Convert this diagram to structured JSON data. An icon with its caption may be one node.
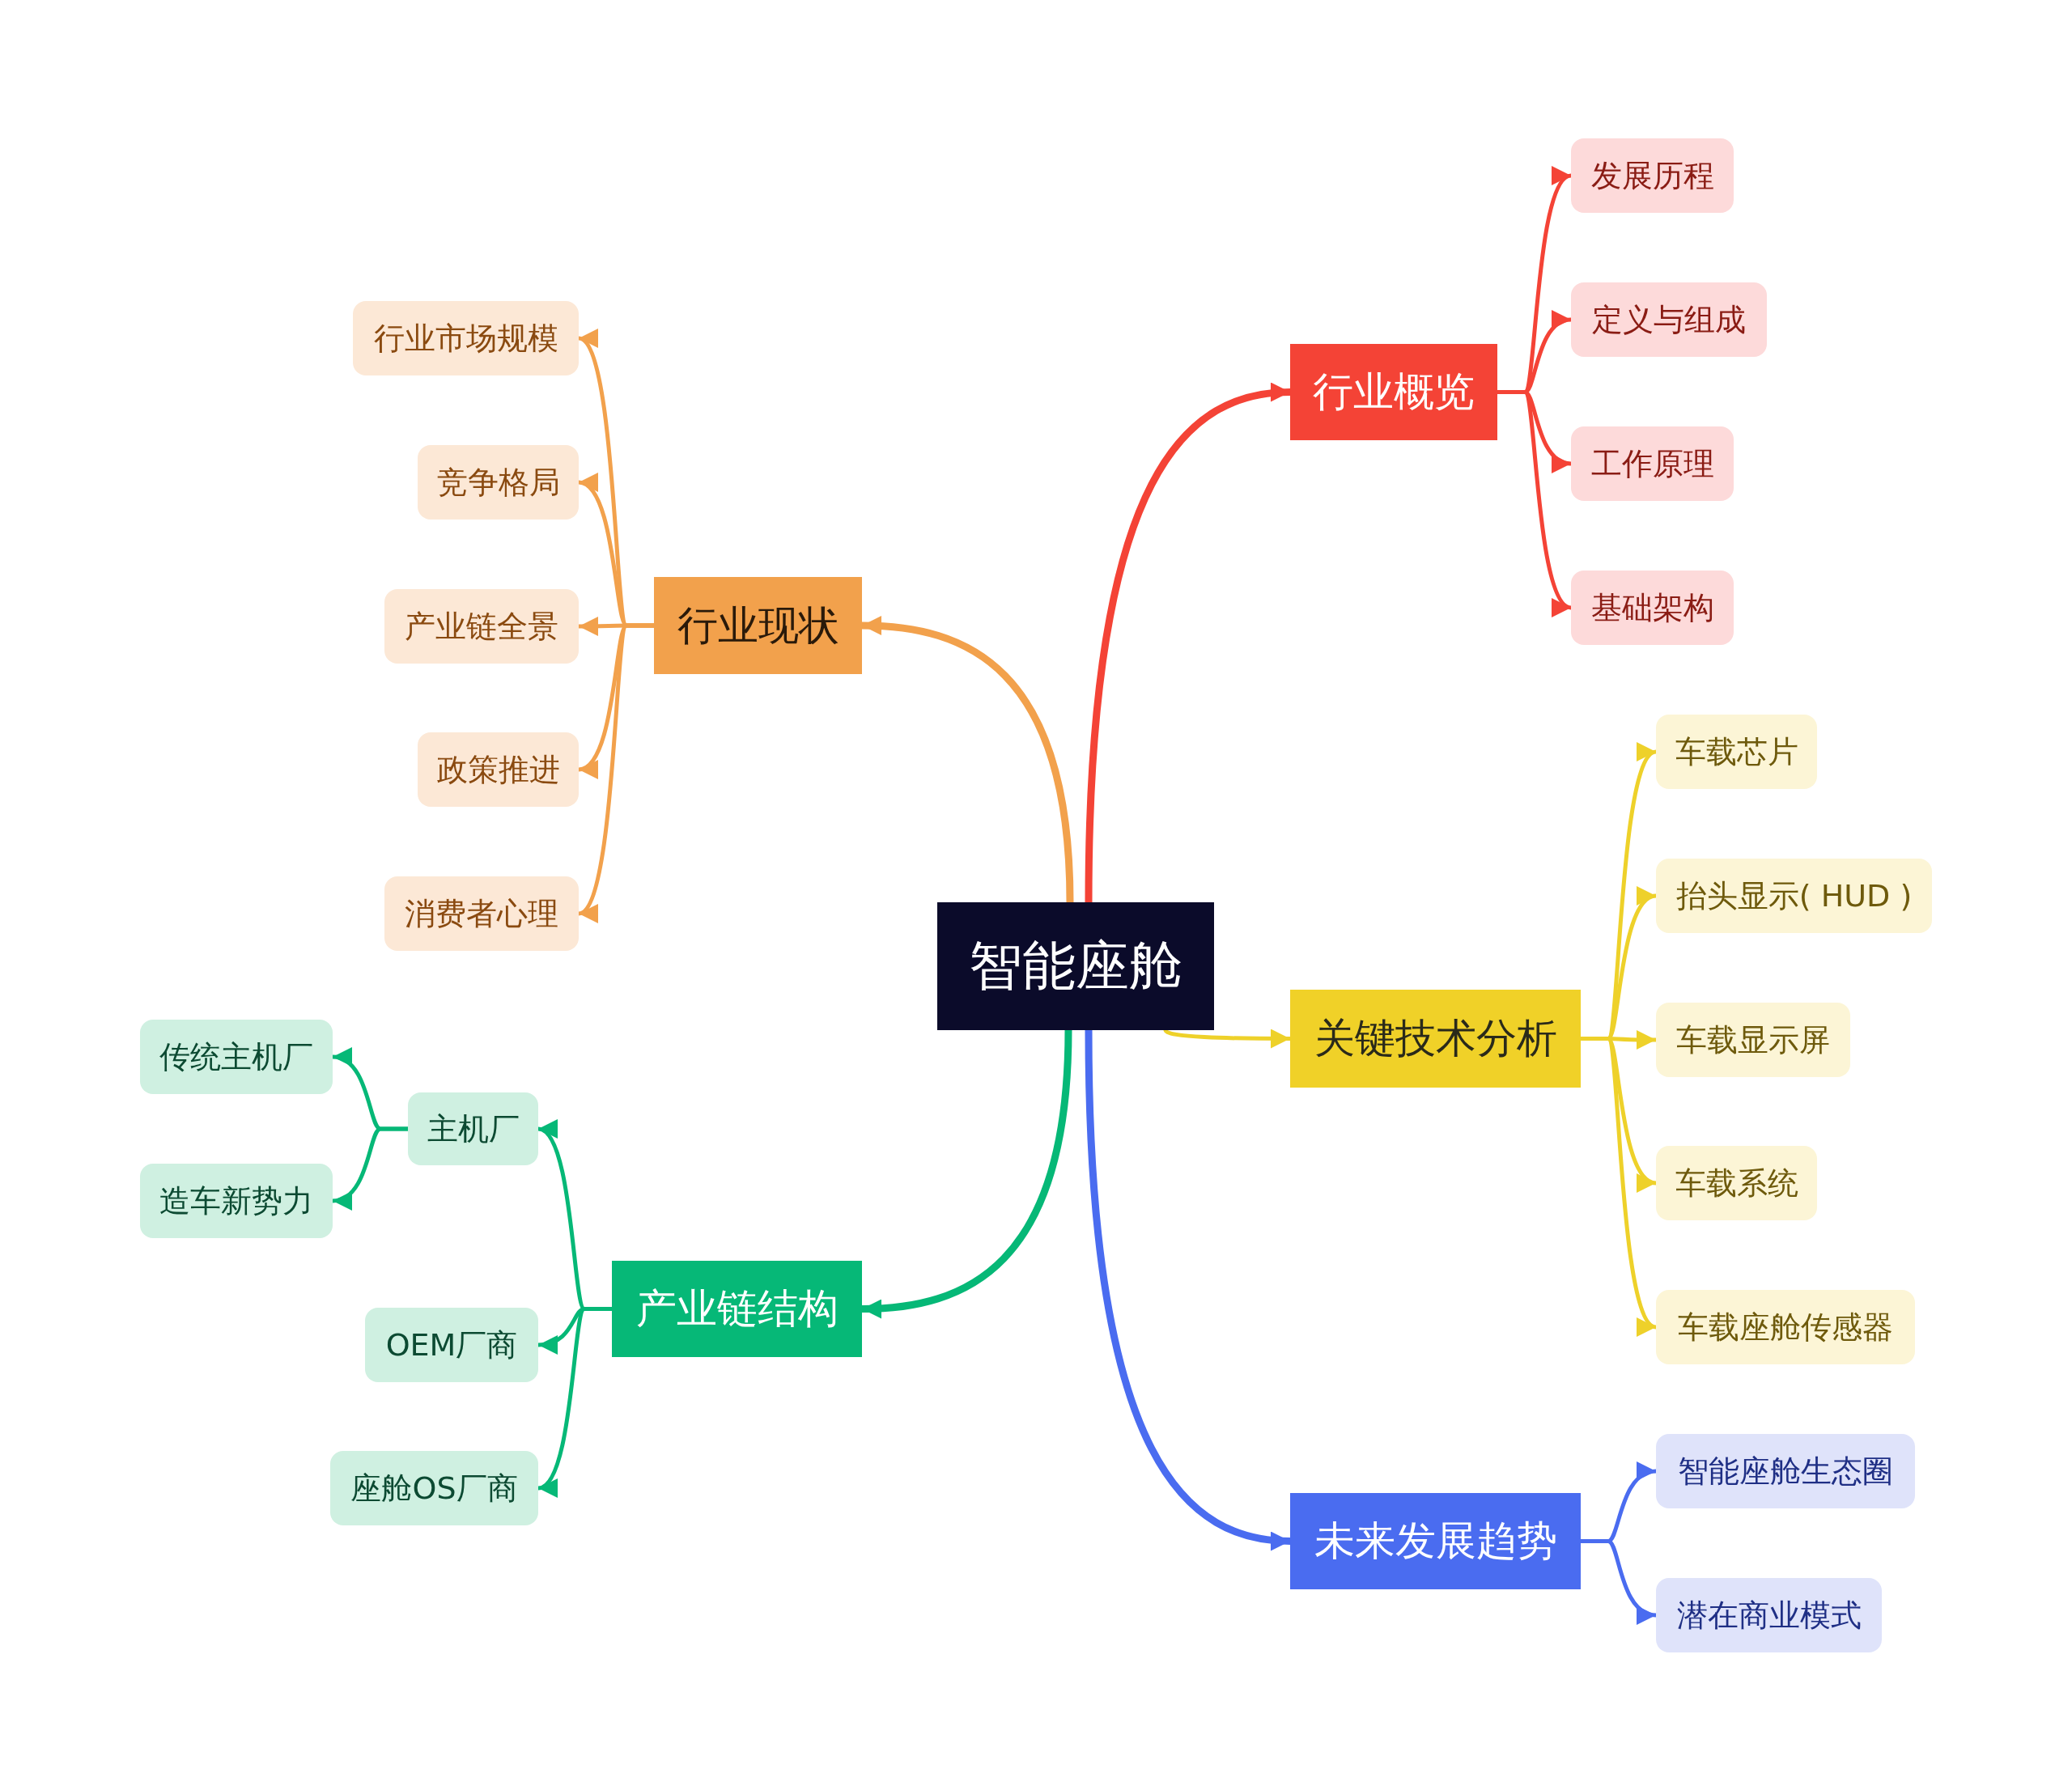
{
  "diagram": {
    "nodes": [
      {
        "text": [
          "智能座舱"
        ]
      },
      {
        "text": [
          "行业概览"
        ]
      },
      {
        "text": [
          "发展历程"
        ]
      },
      {
        "text": [
          "定义与组成"
        ]
      },
      {
        "text": [
          "工作原理"
        ]
      },
      {
        "text": [
          "基础架构"
        ]
      },
      {
        "text": [
          "关键技术分析"
        ]
      },
      {
        "text": [
          "车载芯片"
        ]
      },
      {
        "text": [
          "抬头显示( HUD )"
        ]
      },
      {
        "text": [
          "车载显示屏"
        ]
      },
      {
        "text": [
          "车载系统"
        ]
      },
      {
        "text": [
          "车载座舱传感器"
        ]
      },
      {
        "text": [
          "未来发展趋势"
        ]
      },
      {
        "text": [
          "智能座舱生态圈"
        ]
      },
      {
        "text": [
          "潜在商业模式"
        ]
      },
      {
        "text": [
          "行业现状"
        ]
      },
      {
        "text": [
          "行业市场规模"
        ]
      },
      {
        "text": [
          "竞争格局"
        ]
      },
      {
        "text": [
          "产业链全景"
        ]
      },
      {
        "text": [
          "政策推进"
        ]
      },
      {
        "text": [
          "消费者心理"
        ]
      },
      {
        "text": [
          "产业链结构"
        ]
      },
      {
        "text": [
          "主机厂"
        ]
      },
      {
        "text": [
          "传统主机厂"
        ]
      },
      {
        "text": [
          "造车新势力"
        ]
      },
      {
        "text": [
          "OEM厂商"
        ]
      },
      {
        "text": [
          "座舱OS厂商"
        ]
      }
    ],
    "edges": [
      {
        "from": 0,
        "to": 1,
        "arrow": "to",
        "style": "thick",
        "color": "#f44336"
      },
      {
        "from": 1,
        "to": 2,
        "arrow": "to",
        "color": "#f44336"
      },
      {
        "from": 1,
        "to": 3,
        "arrow": "to",
        "color": "#f44336"
      },
      {
        "from": 1,
        "to": 4,
        "arrow": "to",
        "color": "#f44336"
      },
      {
        "from": 1,
        "to": 5,
        "arrow": "to",
        "color": "#f44336"
      },
      {
        "from": 0,
        "to": 6,
        "arrow": "to",
        "color": "#eed12a"
      },
      {
        "from": 6,
        "to": 7,
        "arrow": "to",
        "color": "#eed12a"
      },
      {
        "from": 6,
        "to": 8,
        "arrow": "to",
        "color": "#eed12a"
      },
      {
        "from": 6,
        "to": 9,
        "arrow": "to",
        "color": "#eed12a"
      },
      {
        "from": 6,
        "to": 10,
        "arrow": "to",
        "color": "#eed12a"
      },
      {
        "from": 6,
        "to": 11,
        "arrow": "to",
        "color": "#eed12a"
      },
      {
        "from": 0,
        "to": 12,
        "arrow": "to",
        "style": "thick",
        "color": "#4a6cf0"
      },
      {
        "from": 12,
        "to": 13,
        "arrow": "to",
        "color": "#4a6cf0"
      },
      {
        "from": 12,
        "to": 14,
        "arrow": "to",
        "color": "#4a6cf0"
      },
      {
        "from": 0,
        "to": 15,
        "arrow": "to",
        "style": "thick",
        "color": "#f2a14c"
      },
      {
        "from": 15,
        "to": 16,
        "arrow": "to",
        "color": "#f2a14c"
      },
      {
        "from": 15,
        "to": 17,
        "arrow": "to",
        "color": "#f2a14c"
      },
      {
        "from": 15,
        "to": 18,
        "arrow": "to",
        "color": "#f2a14c"
      },
      {
        "from": 15,
        "to": 19,
        "arrow": "to",
        "color": "#f2a14c"
      },
      {
        "from": 15,
        "to": 20,
        "arrow": "to",
        "color": "#f2a14c"
      },
      {
        "from": 0,
        "to": 21,
        "arrow": "to",
        "style": "thick",
        "color": "#06b877"
      },
      {
        "from": 21,
        "to": 22,
        "arrow": "to",
        "color": "#06b877"
      },
      {
        "from": 22,
        "to": 23,
        "arrow": "to",
        "color": "#06b877"
      },
      {
        "from": 22,
        "to": 24,
        "arrow": "to",
        "color": "#06b877"
      },
      {
        "from": 21,
        "to": 25,
        "arrow": "to",
        "color": "#06b877"
      },
      {
        "from": 21,
        "to": 26,
        "arrow": "to",
        "color": "#06b877"
      }
    ]
  }
}
